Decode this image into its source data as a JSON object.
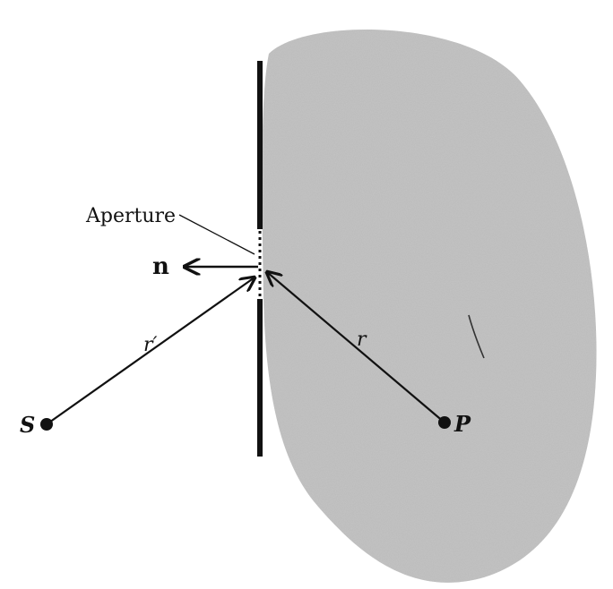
{
  "diagram": {
    "labels": {
      "aperture": "Aperture",
      "normal": "n",
      "source": "S",
      "observation_point": "P",
      "r_prime": "r′",
      "r": "r"
    },
    "colors": {
      "region_fill": "#c4c4c4",
      "region_texture": "#a9a9a9",
      "screen": "#111111",
      "ink": "#111111",
      "background": "#ffffff"
    }
  }
}
